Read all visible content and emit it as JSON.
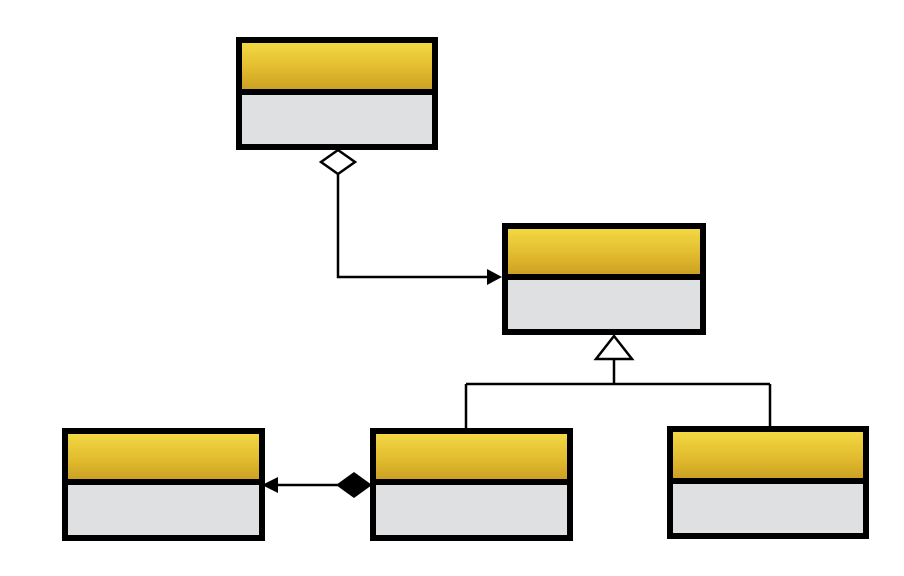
{
  "diagram": {
    "kind": "uml-class-diagram",
    "colors": {
      "header_top": "#f2d640",
      "header_bottom": "#cfa524",
      "body_fill": "#dfe0e1",
      "border": "#000000",
      "background": "#ffffff"
    },
    "classes": [
      {
        "id": "class-top",
        "name": "",
        "attributes": []
      },
      {
        "id": "class-middle",
        "name": "",
        "attributes": []
      },
      {
        "id": "class-bottom-left",
        "name": "",
        "attributes": []
      },
      {
        "id": "class-bottom-center",
        "name": "",
        "attributes": []
      },
      {
        "id": "class-bottom-right",
        "name": "",
        "attributes": []
      }
    ],
    "relationships": [
      {
        "type": "aggregation",
        "from": "class-top",
        "to": "class-middle",
        "marker": "open-diamond",
        "arrow": "open-arrow"
      },
      {
        "type": "generalization",
        "from": [
          "class-bottom-center",
          "class-bottom-right"
        ],
        "to": "class-middle",
        "marker": "hollow-triangle"
      },
      {
        "type": "composition",
        "from": "class-bottom-center",
        "to": "class-bottom-left",
        "marker": "filled-diamond",
        "arrow": "filled-arrow"
      }
    ]
  }
}
